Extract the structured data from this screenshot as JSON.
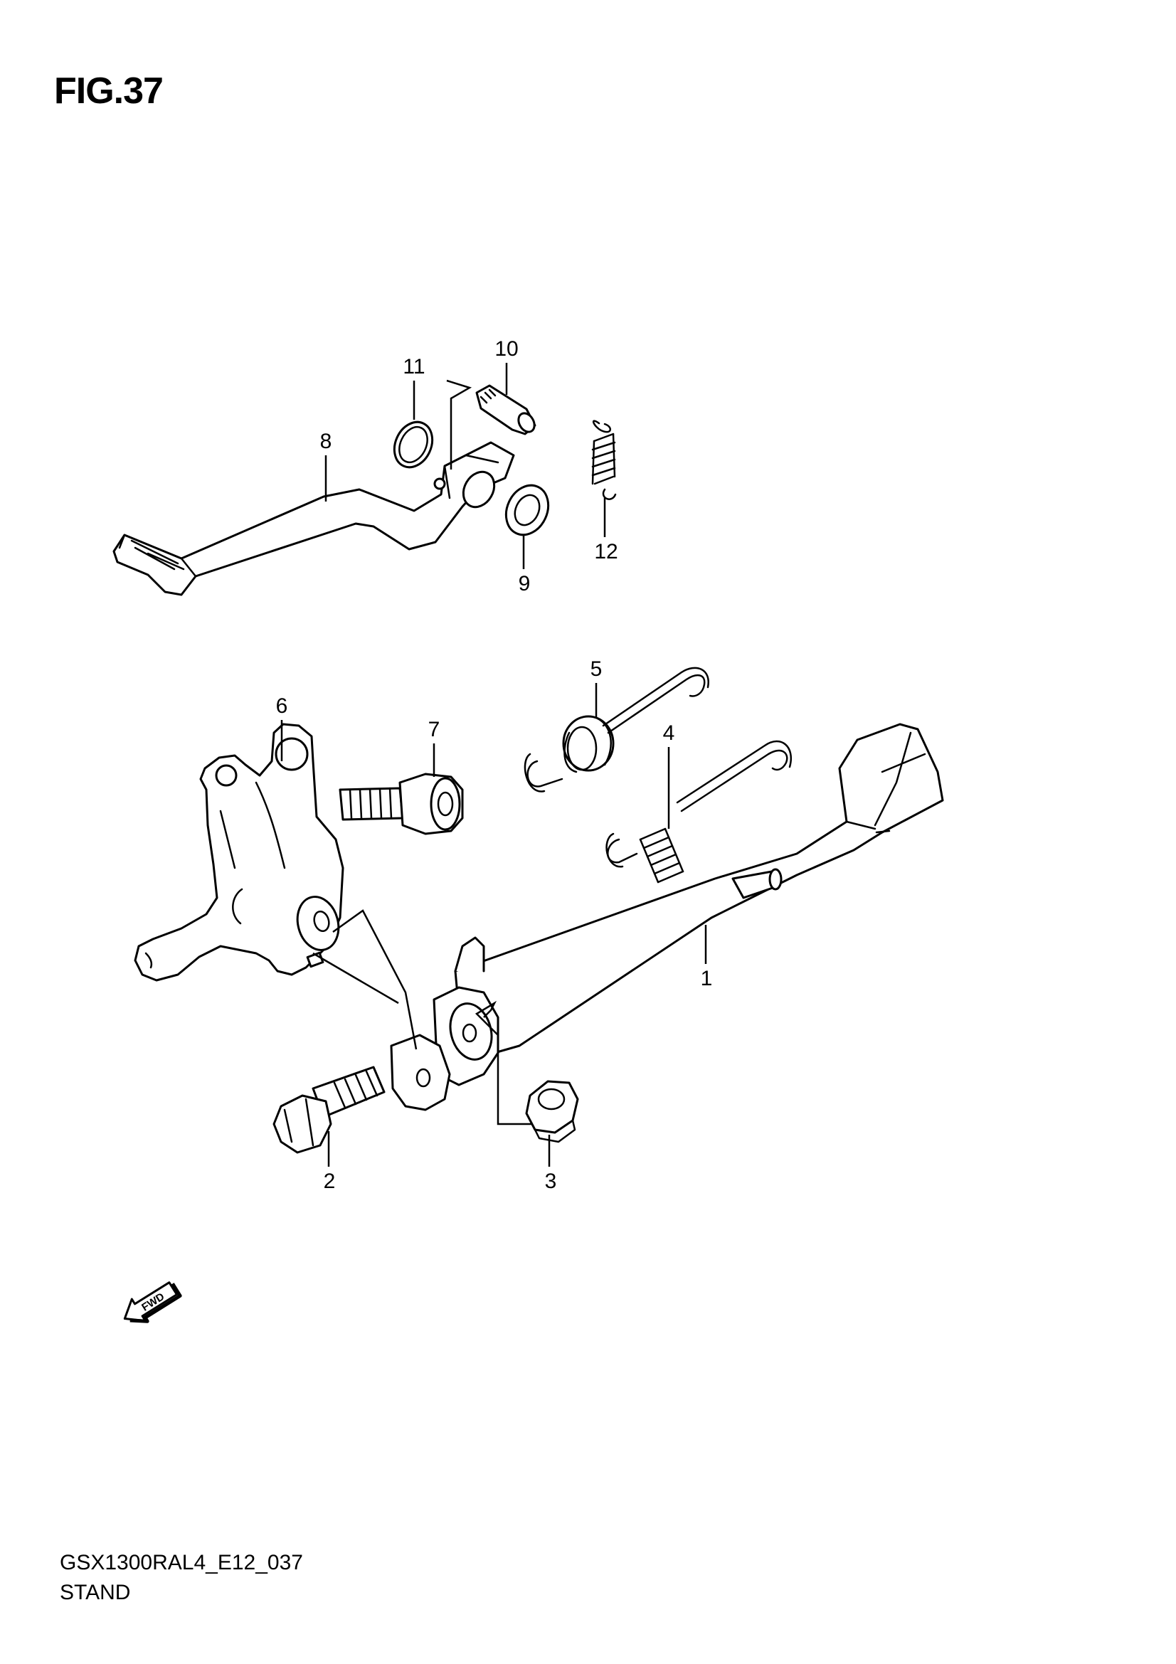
{
  "figure": {
    "title": "FIG.37",
    "code": "GSX1300RAL4_E12_037",
    "name": "STAND"
  },
  "callouts": [
    {
      "id": "1",
      "part": "stand"
    },
    {
      "id": "2",
      "part": "bolt"
    },
    {
      "id": "3",
      "part": "nut"
    },
    {
      "id": "4",
      "part": "spring"
    },
    {
      "id": "5",
      "part": "spring"
    },
    {
      "id": "6",
      "part": "bracket"
    },
    {
      "id": "7",
      "part": "bolt"
    },
    {
      "id": "8",
      "part": "brake-pedal"
    },
    {
      "id": "9",
      "part": "washer"
    },
    {
      "id": "10",
      "part": "pin"
    },
    {
      "id": "11",
      "part": "circlip"
    },
    {
      "id": "12",
      "part": "spring"
    }
  ],
  "fwd_indicator": {
    "label": "FWD",
    "icon": "fwd-arrow-icon"
  },
  "colors": {
    "line": "#000000",
    "background": "#ffffff"
  }
}
